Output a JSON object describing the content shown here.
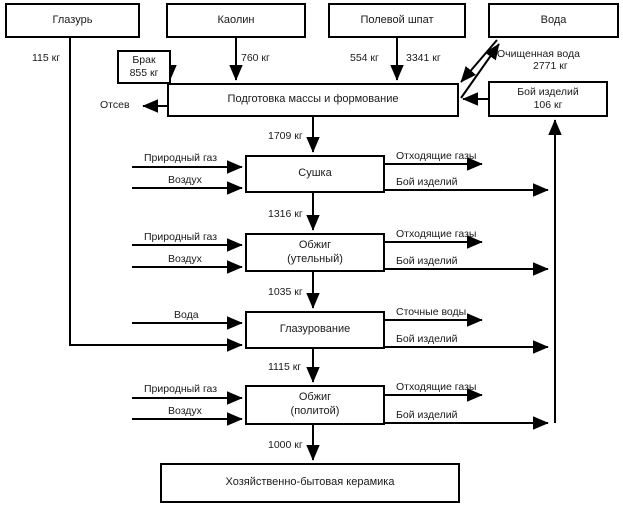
{
  "diagram": {
    "title_text": "",
    "unit": "кг",
    "colors": {
      "line": "#000000",
      "text": "#1a1a1a",
      "background": "#ffffff"
    },
    "inputs": [
      {
        "id": "glaze",
        "label": "Глазурь"
      },
      {
        "id": "kaolin",
        "label": "Каолин"
      },
      {
        "id": "feldspar",
        "label": "Полевой шпат"
      },
      {
        "id": "water",
        "label": "Вода"
      }
    ],
    "side_boxes": [
      {
        "id": "reject",
        "line1": "Брак",
        "line2": "855 кг"
      },
      {
        "id": "scrap",
        "line1": "Бой изделий",
        "line2": "106 кг"
      }
    ],
    "process_main": {
      "label": "Подготовка массы и формование"
    },
    "processes": [
      {
        "id": "drying",
        "line1": "Сушка",
        "line2": ""
      },
      {
        "id": "biscuit-firing",
        "line1": "Обжиг",
        "line2": "(утельный)"
      },
      {
        "id": "glazing",
        "line1": "Глазурование",
        "line2": ""
      },
      {
        "id": "glost-firing",
        "line1": "Обжиг",
        "line2": "(политой)"
      }
    ],
    "output_box": {
      "label": "Хозяйственно-бытовая керамика"
    },
    "flow_labels": {
      "glaze_qty": "115 кг",
      "kaolin_qty": "760 кг",
      "feldspar_qty": "554 кг",
      "water_qty": "3341 кг",
      "clean_water_line1": "Очищенная вода",
      "clean_water_line2": "2771 кг",
      "screenings": "Отсев",
      "to_drying": "1709 кг",
      "to_biscuit": "1316 кг",
      "to_glazing": "1035 кг",
      "to_glost": "1115 кг",
      "to_product": "1000 кг"
    },
    "stream_labels": {
      "natural_gas": "Природный газ",
      "air": "Воздух",
      "water_in": "Вода",
      "flue_gases": "Отходящие газы",
      "product_scrap": "Бой изделий",
      "waste_water": "Сточные воды"
    }
  }
}
